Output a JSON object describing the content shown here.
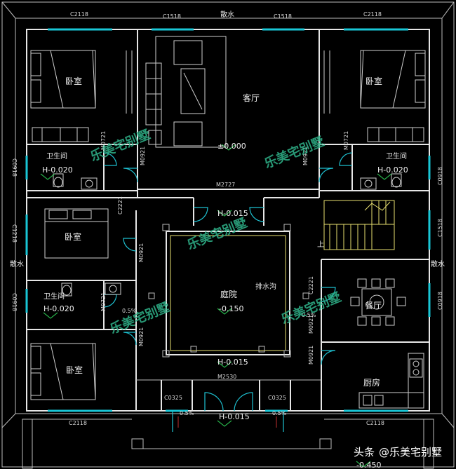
{
  "labels": {
    "sanshui": "散水",
    "c2118": "C2118",
    "c1518": "C1518",
    "c1518v": "C1518",
    "c1218": "C1218",
    "c0918": "C0918",
    "c0325": "C0325",
    "c2221": "C2221",
    "m0921": "M0921",
    "m0721": "M0721",
    "m2727": "M2727",
    "m2530": "M2530",
    "bedroom": "卧室",
    "bathroom": "卫生间",
    "living": "客厅",
    "courtyard": "庭院",
    "dining": "餐厅",
    "kitchen": "厨房",
    "drain": "排水沟",
    "up": "上",
    "slope": "0.5%"
  },
  "levels": {
    "living": "±0.000",
    "bath": "H-0.020",
    "courtyard": "-0.150",
    "h015": "H-0.015",
    "outside": "-0.450"
  },
  "watermark": "乐美宅别墅",
  "credit": {
    "platform": "头条",
    "account": "@乐美宅别墅"
  },
  "colors": {
    "background": "#000000",
    "wall": "#e6e6e6",
    "window": "#19c6d6",
    "watermark": "#2fb38a",
    "stair": "#e8e070"
  }
}
